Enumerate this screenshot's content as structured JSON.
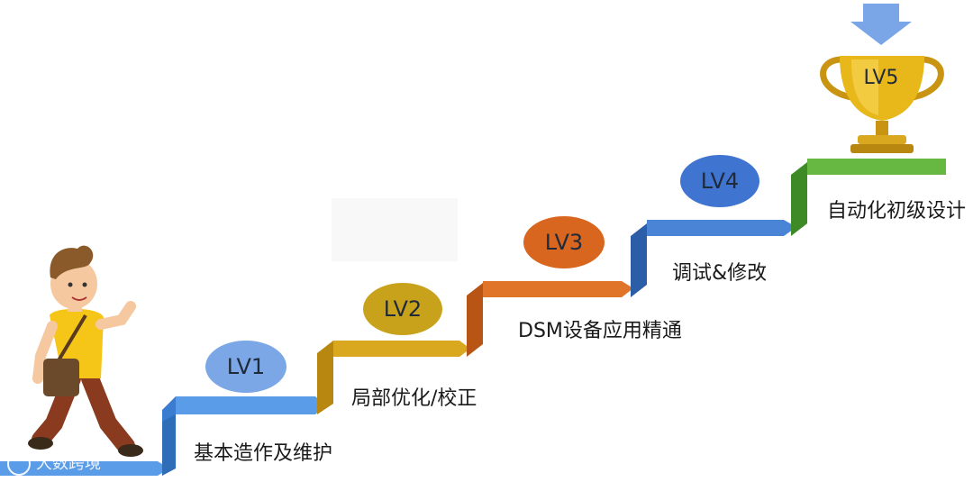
{
  "levels": [
    {
      "badge": "LV1",
      "label": "基本造作及维护",
      "color": "#4a90e2",
      "badge_color": "#7ba7e6"
    },
    {
      "badge": "LV2",
      "label": "局部优化/校正",
      "color": "#d4a017",
      "badge_color": "#c9a21c"
    },
    {
      "badge": "LV3",
      "label": "DSM设备应用精通",
      "color": "#d2691e",
      "badge_color": "#d9661f"
    },
    {
      "badge": "LV4",
      "label": "调试&修改",
      "color": "#3a6fc4",
      "badge_color": "#3f75d0"
    },
    {
      "badge": "LV5",
      "label": "自动化初级设计",
      "color": "#5aa83a",
      "badge_color": "#e8b81a"
    }
  ],
  "watermark": "大数跨境",
  "icons": {
    "trophy": "trophy-icon",
    "arrow": "down-arrow-icon",
    "person": "walking-person-illustration"
  }
}
